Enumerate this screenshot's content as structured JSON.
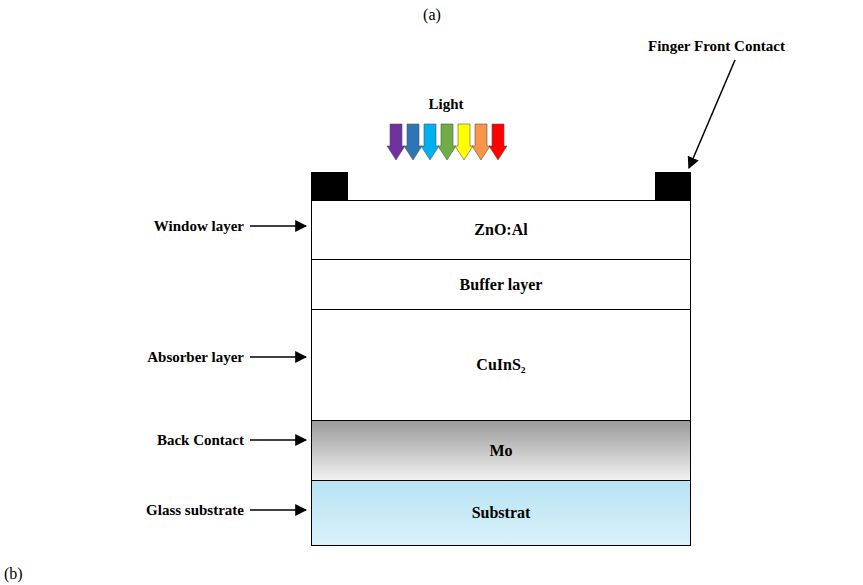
{
  "diagram": {
    "nodes": [
      {
        "text": [
          "ZnO:Al"
        ]
      },
      {
        "text": [
          "Buffer layer"
        ]
      },
      {
        "text": [
          "CuInS₂"
        ]
      },
      {
        "text": [
          "Mo"
        ]
      },
      {
        "text": [
          "Substrat"
        ]
      }
    ],
    "labels": [
      "(a)",
      "Light",
      "Finger Front Contact",
      "Window layer",
      "Absorber layer",
      "Back Contact",
      "Glass substrate",
      "(b)"
    ]
  }
}
